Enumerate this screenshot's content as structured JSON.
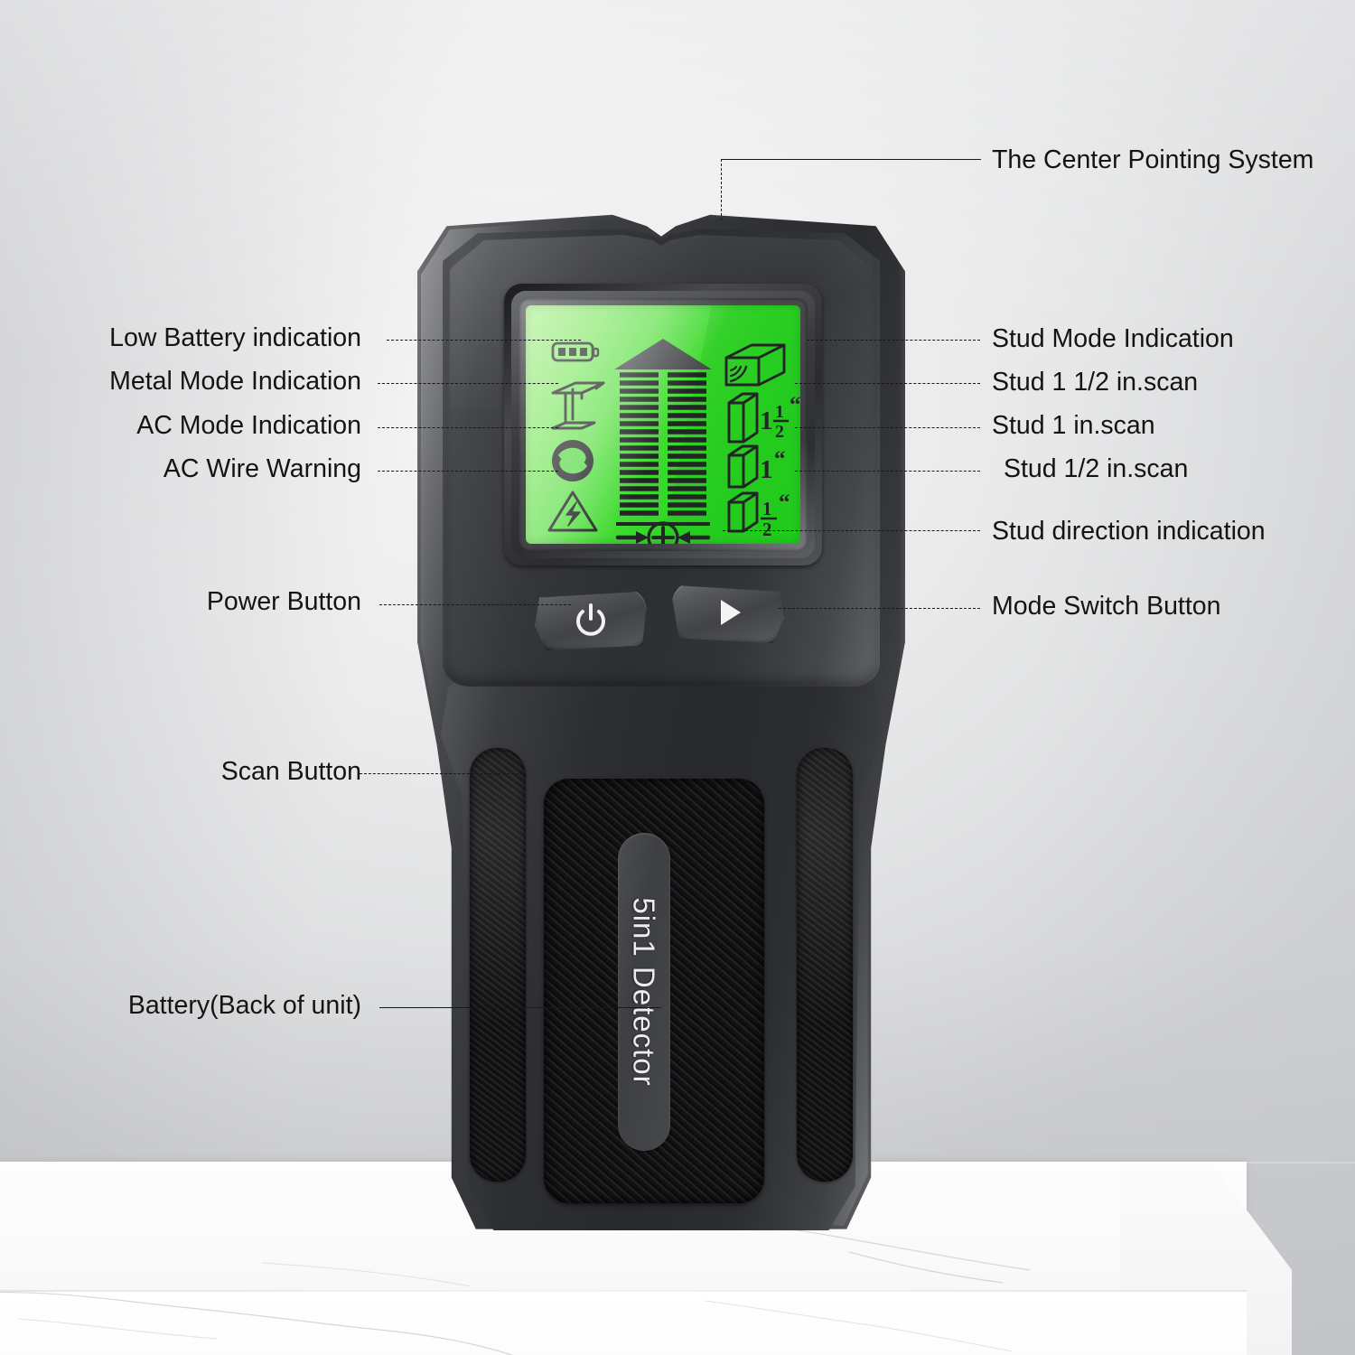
{
  "product": {
    "brand_label": "5in1  Detector",
    "screen_background_color": "#35d62a",
    "body_color": "#2d2f33"
  },
  "callouts": {
    "top": [
      {
        "id": "center-pointing-system",
        "label": "The Center Pointing System"
      }
    ],
    "left": [
      {
        "id": "low-battery-indication",
        "label": "Low Battery indication"
      },
      {
        "id": "metal-mode-indication",
        "label": "Metal Mode Indication"
      },
      {
        "id": "ac-mode-indication",
        "label": "AC Mode Indication"
      },
      {
        "id": "ac-wire-warning",
        "label": "AC Wire Warning"
      },
      {
        "id": "power-button",
        "label": "Power Button"
      },
      {
        "id": "scan-button",
        "label": "Scan Button"
      },
      {
        "id": "battery-back-of-unit",
        "label": "Battery(Back of unit)"
      }
    ],
    "right": [
      {
        "id": "stud-mode-indication",
        "label": "Stud Mode Indication"
      },
      {
        "id": "stud-1-1-2-in-scan",
        "label": "Stud 1 1/2 in.scan"
      },
      {
        "id": "stud-1-in-scan",
        "label": "Stud 1 in.scan"
      },
      {
        "id": "stud-1-2-in-scan",
        "label": "Stud 1/2 in.scan"
      },
      {
        "id": "stud-direction-indication",
        "label": "Stud direction indication"
      },
      {
        "id": "mode-switch-button",
        "label": "Mode Switch Button"
      }
    ]
  },
  "lcd": {
    "battery_icon": "battery-full-icon",
    "metal_icon": "metal-beam-icon",
    "ac_icon": "ac-wave-icon",
    "warning_icon": "high-voltage-warning-icon",
    "stud_mode_icon": "wood-stud-signal-icon",
    "depth_icons": [
      {
        "icon": "wood-block-icon",
        "label_whole": "1",
        "label_num": "1",
        "label_den": "2",
        "label_unit": "“"
      },
      {
        "icon": "wood-block-icon",
        "label_whole": "1",
        "label_num": "",
        "label_den": "",
        "label_unit": "“"
      },
      {
        "icon": "wood-block-icon",
        "label_whole": "",
        "label_num": "1",
        "label_den": "2",
        "label_unit": "“"
      }
    ],
    "center_marker": "plus-target-icon",
    "arrow_left": "arrow-right-icon",
    "arrow_right": "arrow-left-icon",
    "bar_rows": 19
  },
  "buttons": {
    "power": {
      "icon": "power-icon"
    },
    "mode": {
      "icon": "play-triangle-icon"
    }
  }
}
